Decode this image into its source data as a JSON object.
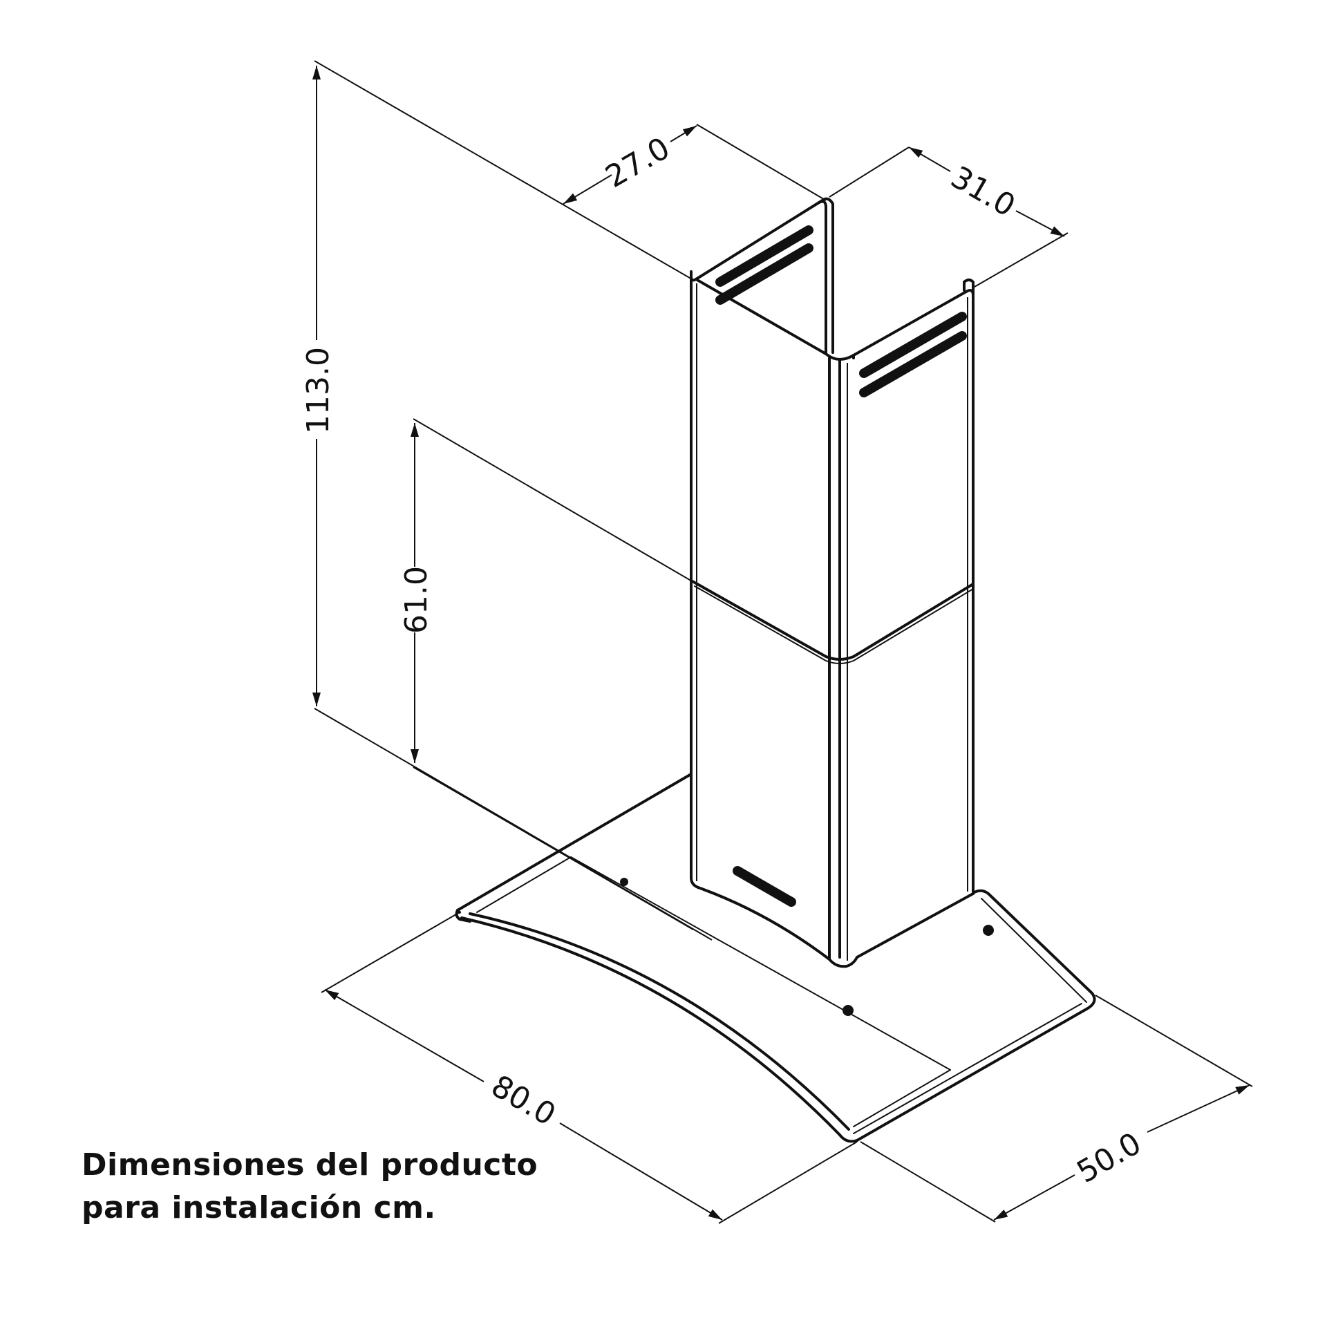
{
  "dimensions": {
    "height_total": "113.0",
    "height_chimney": "61.0",
    "chimney_width": "27.0",
    "chimney_depth": "31.0",
    "hood_width": "80.0",
    "hood_depth": "50.0"
  },
  "caption": {
    "line1": "Dimensiones del producto",
    "line2": "para instalación cm."
  },
  "colors": {
    "line": "#111111",
    "background": "#ffffff"
  }
}
